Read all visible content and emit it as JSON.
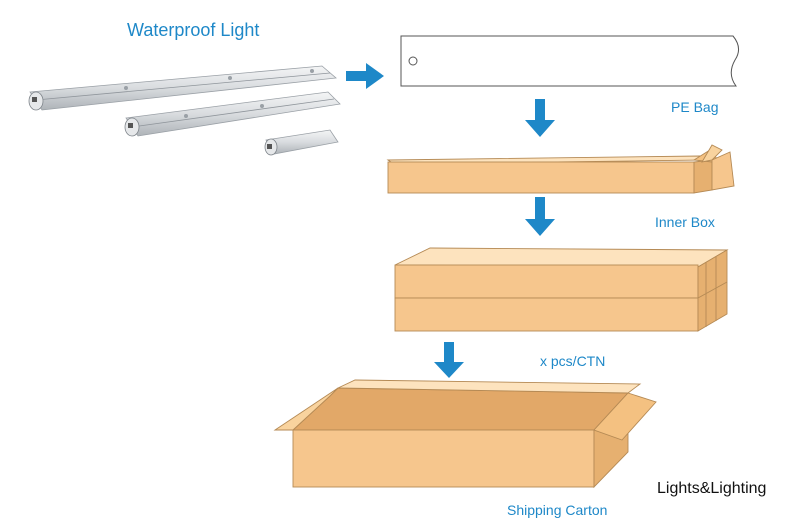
{
  "title": "Waterproof Light",
  "steps": {
    "pe_bag": "PE Bag",
    "inner_box": "Inner Box",
    "per_carton": "x pcs/CTN",
    "shipping_carton": "Shipping Carton"
  },
  "brand": "Lights&Lighting",
  "colors": {
    "label": "#1e88c8",
    "arrow": "#1e88c8",
    "box": "#f6c68d",
    "box_line": "#b58a55"
  }
}
